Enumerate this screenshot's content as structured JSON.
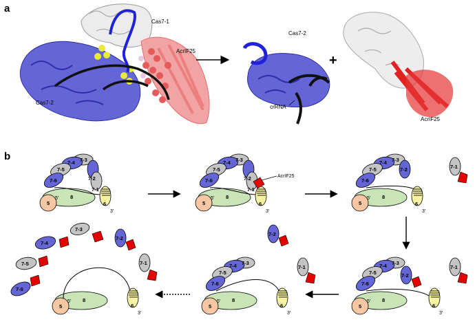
{
  "panel_a": {
    "label": "a",
    "cas7_1": "Cas7-1",
    "acrif25": "AcrIF25",
    "cas7_2": "Cas7-2",
    "cas7_2_right": "Cas7-2",
    "crrna": "crRNA",
    "plus": "+",
    "acrif25_right": "AcrIF25"
  },
  "panel_b": {
    "label": "b",
    "acrif25_label": "AcrIF25",
    "cas7": {
      "c1": "7-1",
      "c2": "7-2",
      "c3": "7-3",
      "c4": "7-4",
      "c5": "7-5",
      "c6": "7-6"
    },
    "cas5": "5",
    "cas8": "8",
    "cas6": "6",
    "five_prime": "5′",
    "three_prime": "3′"
  },
  "colors": {
    "blue": "#3d3fc8",
    "lavender": "#7b7fe0",
    "grey": "#c4c4c4",
    "red": "#e50000",
    "peach": "#f7c7a3",
    "green": "#c9e5b8",
    "yellow": "#f6f3a2"
  }
}
